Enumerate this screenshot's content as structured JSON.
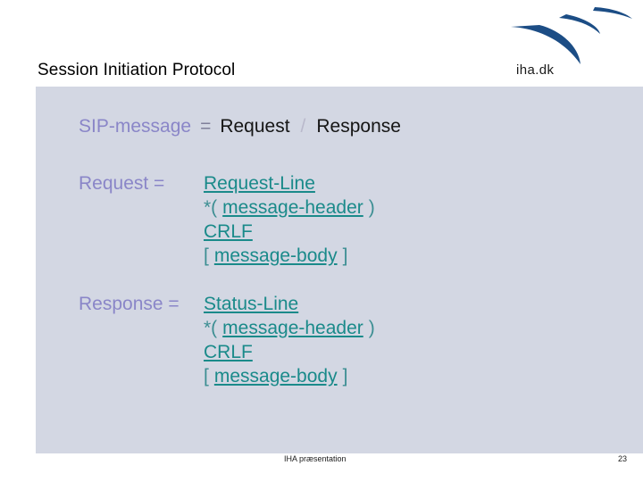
{
  "slide": {
    "title": "Session Initiation Protocol",
    "background_color": "#ffffff",
    "band_color": "#d3d7e3"
  },
  "logo": {
    "icon_name": "iha-swoosh-logo",
    "text": "iha.dk",
    "color": "#1c4d85"
  },
  "colors": {
    "nonterminal_lhs": "#8a86c8",
    "rule_link": "#1a8a8a",
    "punctuation": "#3b8e92",
    "plain_text": "#151515",
    "slash": "#b9b9cb",
    "band": "#d3d7e3"
  },
  "productions": {
    "sip_message": {
      "lhs": "SIP-message",
      "eq": "=",
      "alt1": "Request",
      "slash": "/",
      "alt2": "Response"
    },
    "request": {
      "lhs": "Request =",
      "lines": [
        {
          "prefix": "",
          "rule": "Request-Line",
          "suffix": ""
        },
        {
          "prefix": "*(",
          "rule": "message-header",
          "suffix": ")"
        },
        {
          "prefix": "",
          "rule": "CRLF",
          "suffix": ""
        },
        {
          "prefix": "[",
          "rule": "message-body",
          "suffix": "]"
        }
      ]
    },
    "response": {
      "lhs": "Response =",
      "lines": [
        {
          "prefix": "",
          "rule": "Status-Line",
          "suffix": ""
        },
        {
          "prefix": "*(",
          "rule": "message-header",
          "suffix": ")"
        },
        {
          "prefix": "",
          "rule": "CRLF",
          "suffix": ""
        },
        {
          "prefix": "[",
          "rule": "message-body",
          "suffix": "]"
        }
      ]
    }
  },
  "footer": {
    "text": "IHA præsentation",
    "page_number": "23"
  }
}
